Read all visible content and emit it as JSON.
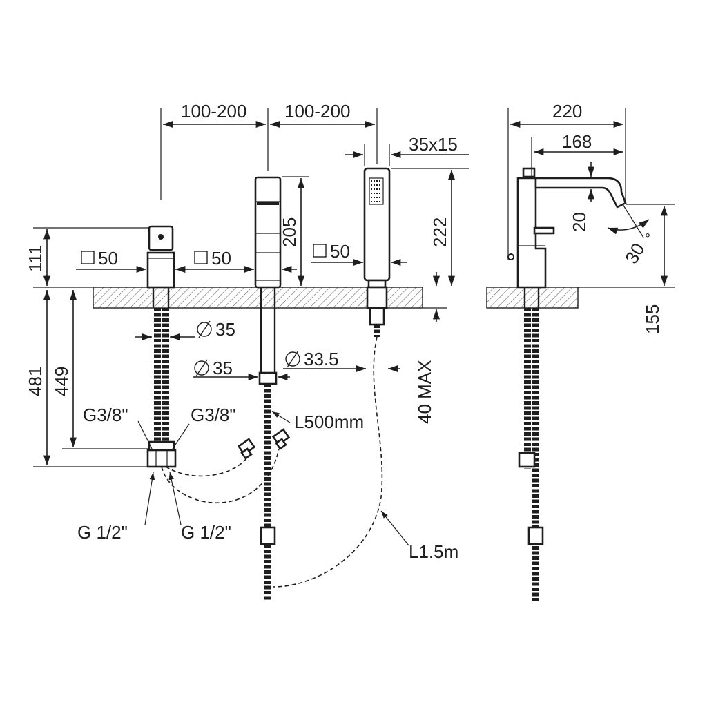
{
  "dimensions": {
    "spacing_left": "100-200",
    "spacing_right": "100-200",
    "handshower_section": "35x15",
    "mixer_base": "50",
    "diverter_base": "50",
    "handshower_base": "50",
    "mixer_height": "111",
    "diverter_height": "205",
    "handshower_height": "222",
    "hose_diameter": "35",
    "diverter_hose_diameter": "35",
    "handshower_hole": "33.5",
    "under_deck_total": "481",
    "under_deck_connection": "449",
    "connection_left": "G3/8\"",
    "connection_right": "G3/8\"",
    "inlet_left": "G 1/2\"",
    "inlet_right": "G 1/2\"",
    "flex_hose_length": "L500mm",
    "shower_hose_length": "L1.5m",
    "deck_max": "40 MAX",
    "spout_reach": "220",
    "spout_projection": "168",
    "spout_drop": "20",
    "spout_angle": "30",
    "degree_symbol": "°",
    "spout_height": "155"
  }
}
